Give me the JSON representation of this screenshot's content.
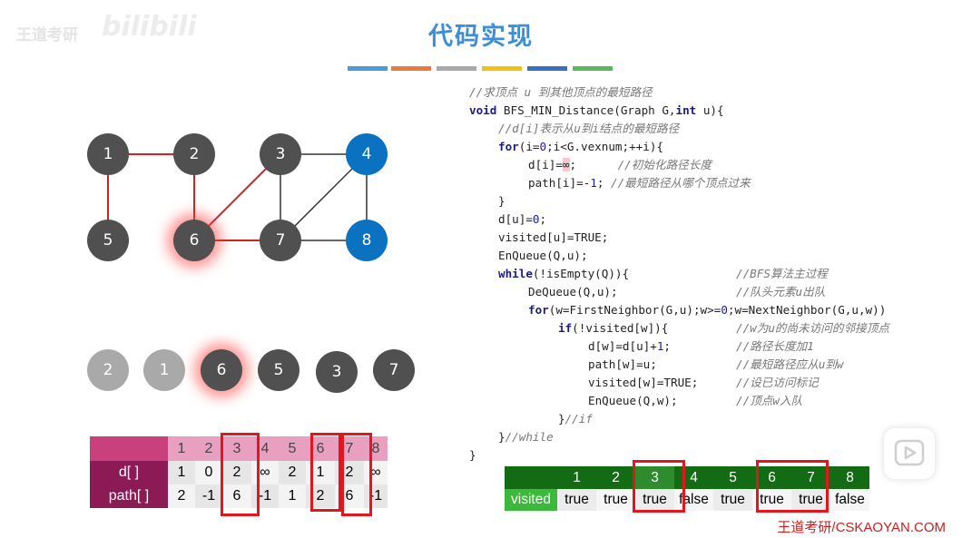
{
  "title": "代码实现",
  "watermark": {
    "left": "王道考研",
    "logo": "bilibili"
  },
  "accent_colors": [
    "#4a9bd8",
    "#e87a3c",
    "#a9a9a9",
    "#f0c30f",
    "#3a6fc2",
    "#5cb85c"
  ],
  "graph": {
    "nodes": [
      {
        "id": "1",
        "label": "1",
        "color": "dark"
      },
      {
        "id": "2",
        "label": "2",
        "color": "dark"
      },
      {
        "id": "3",
        "label": "3",
        "color": "dark"
      },
      {
        "id": "4",
        "label": "4",
        "color": "blue"
      },
      {
        "id": "5",
        "label": "5",
        "color": "dark"
      },
      {
        "id": "6",
        "label": "6",
        "color": "dark",
        "highlight": true
      },
      {
        "id": "7",
        "label": "7",
        "color": "dark"
      },
      {
        "id": "8",
        "label": "8",
        "color": "blue"
      }
    ]
  },
  "queue": [
    {
      "label": "2",
      "state": "dequeued"
    },
    {
      "label": "1",
      "state": "dequeued"
    },
    {
      "label": "6",
      "state": "current"
    },
    {
      "label": "5",
      "state": "queued"
    },
    {
      "label": "3",
      "state": "queued"
    },
    {
      "label": "7",
      "state": "queued"
    }
  ],
  "dist_table": {
    "header": [
      "",
      "1",
      "2",
      "3",
      "4",
      "5",
      "6",
      "7",
      "8"
    ],
    "rows": [
      {
        "name": "d[ ]",
        "values": [
          "1",
          "0",
          "2",
          "∞",
          "2",
          "1",
          "2",
          "∞"
        ]
      },
      {
        "name": "path[ ]",
        "values": [
          "2",
          "-1",
          "6",
          "-1",
          "1",
          "2",
          "6",
          "-1"
        ]
      }
    ]
  },
  "visited_table": {
    "header": [
      "",
      "1",
      "2",
      "3",
      "4",
      "5",
      "6",
      "7",
      "8"
    ],
    "row_name": "visited",
    "values": [
      "true",
      "true",
      "true",
      "false",
      "true",
      "true",
      "true",
      "false"
    ]
  },
  "code": {
    "l1": "//求顶点 u 到其他顶点的最短路径",
    "l2a": "void",
    "l2b": " BFS_MIN_Distance(Graph G,",
    "l2c": "int",
    "l2d": " u){",
    "l3": "//d[i]表示从u到i结点的最短路径",
    "l4a": "for",
    "l4b": "(i=",
    "l4c": "0",
    "l4d": ";i<G.vexnum;++i){",
    "l5a": "d[i]=",
    "l5b": "∞",
    "l5c": ";      ",
    "l5d": "//初始化路径长度",
    "l6a": "path[i]=",
    "l6b": "-1",
    "l6c": "; ",
    "l6d": "//最短路径从哪个顶点过来",
    "l7": "}",
    "l8a": "d[u]=",
    "l8b": "0",
    "l8c": ";",
    "l9": "visited[u]=TRUE;",
    "l10": "EnQueue(Q,u);",
    "l11a": "while",
    "l11b": "(!isEmpty(Q)){",
    "l11c": "//BFS算法主过程",
    "l12a": "DeQueue(Q,u);",
    "l12b": "//队头元素u出队",
    "l13a": "for",
    "l13b": "(w=FirstNeighbor(G,u);w>=",
    "l13c": "0",
    "l13d": ";w=NextNeighbor(G,u,w))",
    "l14a": "if",
    "l14b": "(!visited[w]){",
    "l14c": "//w为u的尚未访问的邻接顶点",
    "l15a": "d[w]=d[u]+",
    "l15b": "1",
    "l15c": ";",
    "l15d": "//路径长度加1",
    "l16a": "path[w]=u;",
    "l16b": "//最短路径应从u到w",
    "l17a": "visited[w]=TRUE;",
    "l17b": "//设已访问标记",
    "l18a": "EnQueue(Q,w);",
    "l18b": "//顶点w入队",
    "l19a": "}",
    "l19b": "//if",
    "l20a": "}",
    "l20b": "//while",
    "l21": "}"
  },
  "brand": "王道考研/CSKAOYAN.COM",
  "play_icon": "play-icon"
}
